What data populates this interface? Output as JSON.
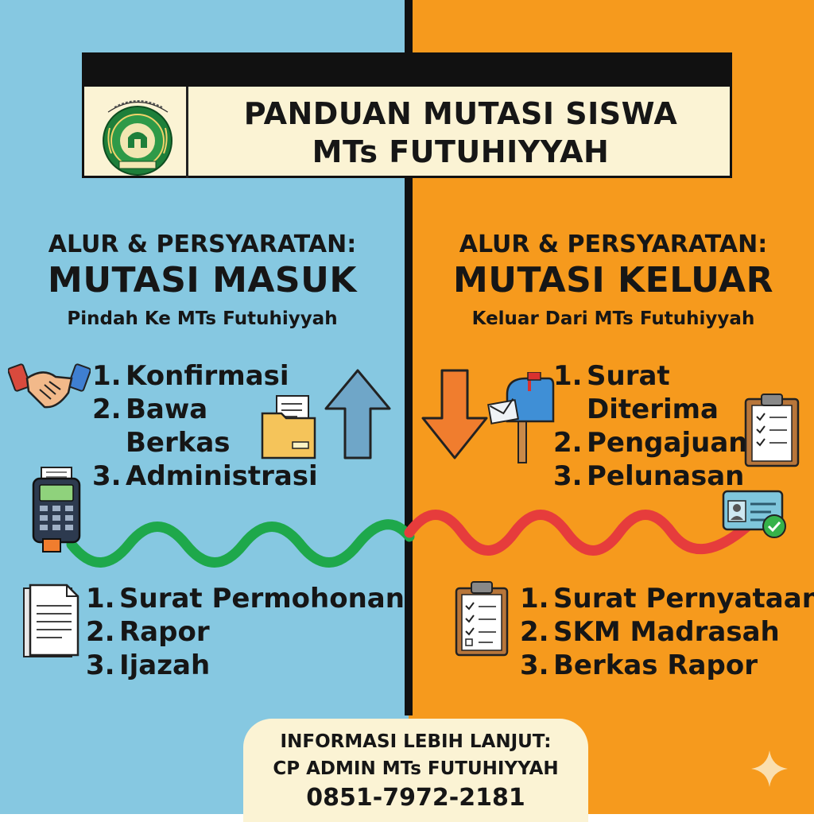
{
  "header": {
    "title_line1": "PANDUAN MUTASI SISWA",
    "title_line2": "MTs FUTUHIYYAH",
    "logo_icon": "school-crest-logo"
  },
  "left": {
    "heading_small": "ALUR & PERSYARATAN:",
    "heading_big": "MUTASI MASUK",
    "subtitle": "Pindah Ke MTs Futuhiyyah",
    "steps": [
      {
        "num": "1.",
        "text": "Konfirmasi"
      },
      {
        "num": "2.",
        "text": "Bawa"
      },
      {
        "num": "",
        "text": "Berkas"
      },
      {
        "num": "3.",
        "text": "Administrasi"
      }
    ],
    "requirements": [
      {
        "num": "1.",
        "text": "Surat Permohonan"
      },
      {
        "num": "2.",
        "text": "Rapor"
      },
      {
        "num": "3.",
        "text": "Ijazah"
      }
    ],
    "colors": {
      "background": "#86c8e1",
      "wave": "#1ea84b"
    }
  },
  "right": {
    "heading_small": "ALUR & PERSYARATAN:",
    "heading_big": "MUTASI KELUAR",
    "subtitle": "Keluar Dari MTs Futuhiyyah",
    "steps": [
      {
        "num": "1.",
        "text": "Surat"
      },
      {
        "num": "",
        "text": "Diterima"
      },
      {
        "num": "2.",
        "text": "Pengajuan"
      },
      {
        "num": "3.",
        "text": "Pelunasan"
      }
    ],
    "requirements": [
      {
        "num": "1.",
        "text": "Surat Pernyataan"
      },
      {
        "num": "2.",
        "text": "SKM Madrasah"
      },
      {
        "num": "3.",
        "text": "Berkas Rapor"
      }
    ],
    "colors": {
      "background": "#f69a1d",
      "wave": "#e63c3c"
    }
  },
  "footer": {
    "line1": "INFORMASI LEBIH LANJUT:",
    "line2": "CP ADMIN MTs FUTUHIYYAH",
    "phone": "0851-7972-2181"
  },
  "icons": [
    "handshake-icon",
    "folder-icon",
    "arrow-up-icon",
    "payment-terminal-icon",
    "document-icon",
    "arrow-down-icon",
    "mailbox-icon",
    "clipboard-checklist-icon",
    "id-card-verified-icon",
    "sparkle-icon"
  ]
}
